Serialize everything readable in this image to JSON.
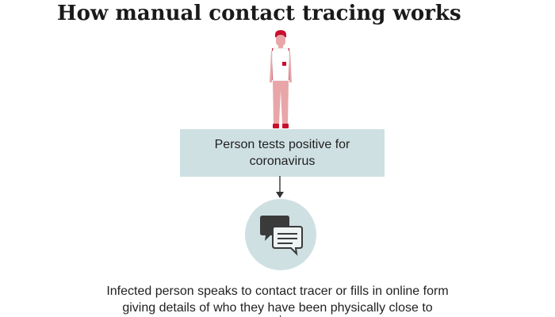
{
  "title": "How manual contact tracing works",
  "steps": [
    {
      "lines": [
        "Person tests positive for",
        "coronavirus"
      ],
      "icon": "person-icon"
    },
    {
      "lines": [
        "Infected person speaks to contact tracer or fills in online form",
        "giving details of who they have been physically close to"
      ],
      "icon": "chat-bubbles-icon"
    }
  ],
  "colors": {
    "box_fill": "#cfe0e3",
    "person_shirt": "#ffffff",
    "person_trousers": "#e8a6a8",
    "person_accent": "#c8102e",
    "icon_dark": "#3a3a3a"
  }
}
